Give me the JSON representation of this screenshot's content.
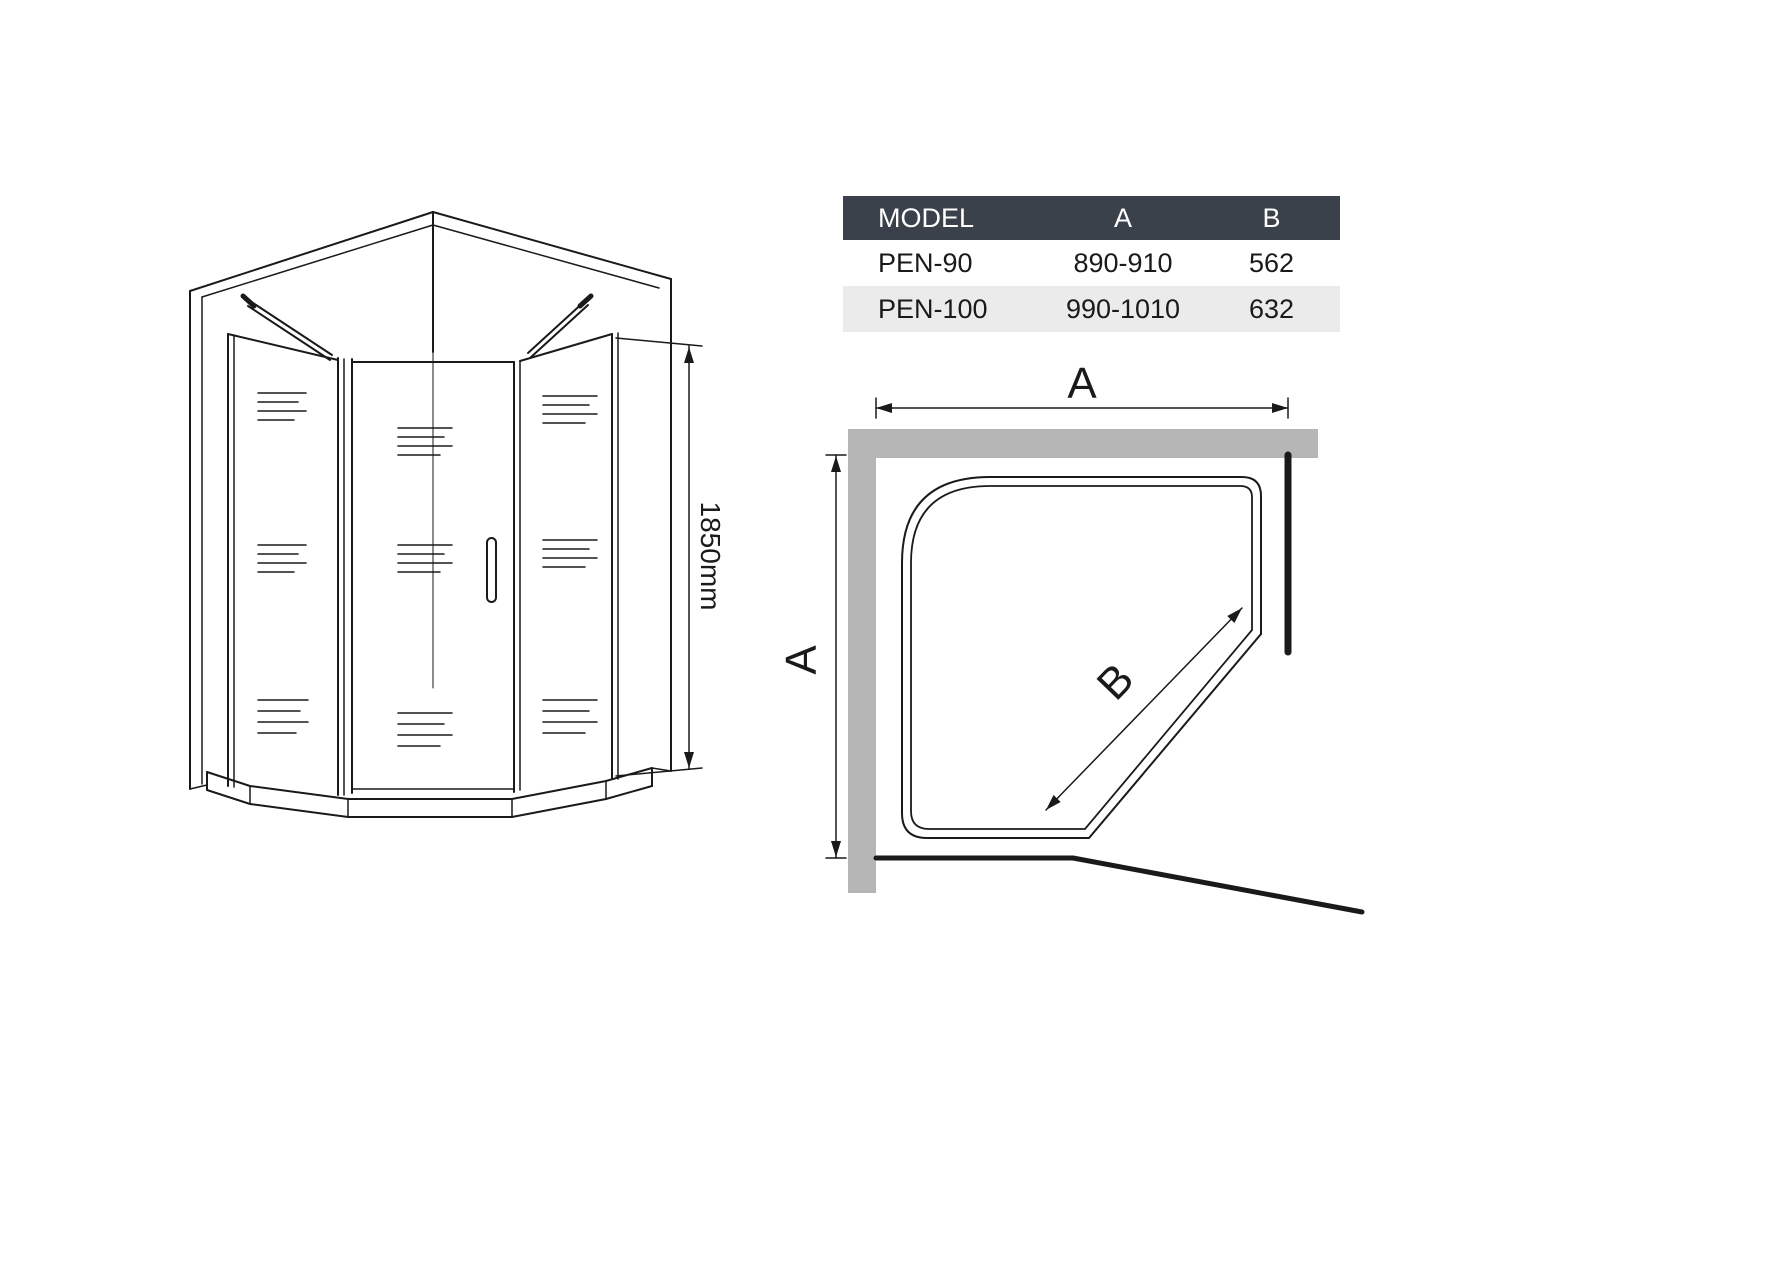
{
  "table": {
    "headers": [
      "MODEL",
      "A",
      "B"
    ],
    "rows": [
      {
        "model": "PEN-90",
        "a": "890-910",
        "b": "562"
      },
      {
        "model": "PEN-100",
        "a": "990-1010",
        "b": "632"
      }
    ]
  },
  "iso_view": {
    "height_label": "1850mm"
  },
  "plan_view": {
    "width_label": "A",
    "depth_label": "A",
    "door_label": "B"
  },
  "colors": {
    "header_bg": "#3b414b",
    "row_alt_bg": "#ebebeb",
    "wall_gray": "#b6b6b6",
    "line": "#1a1a1a"
  }
}
